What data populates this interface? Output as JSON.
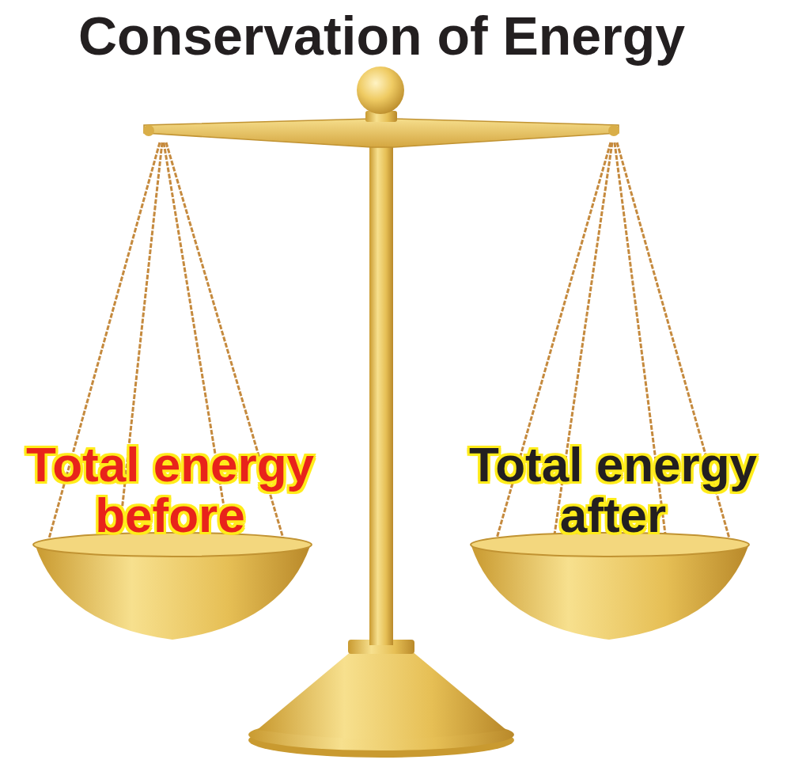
{
  "diagram": {
    "title": "Conservation of Energy",
    "labels": [
      "Total energy before",
      "Total energy after"
    ]
  }
}
